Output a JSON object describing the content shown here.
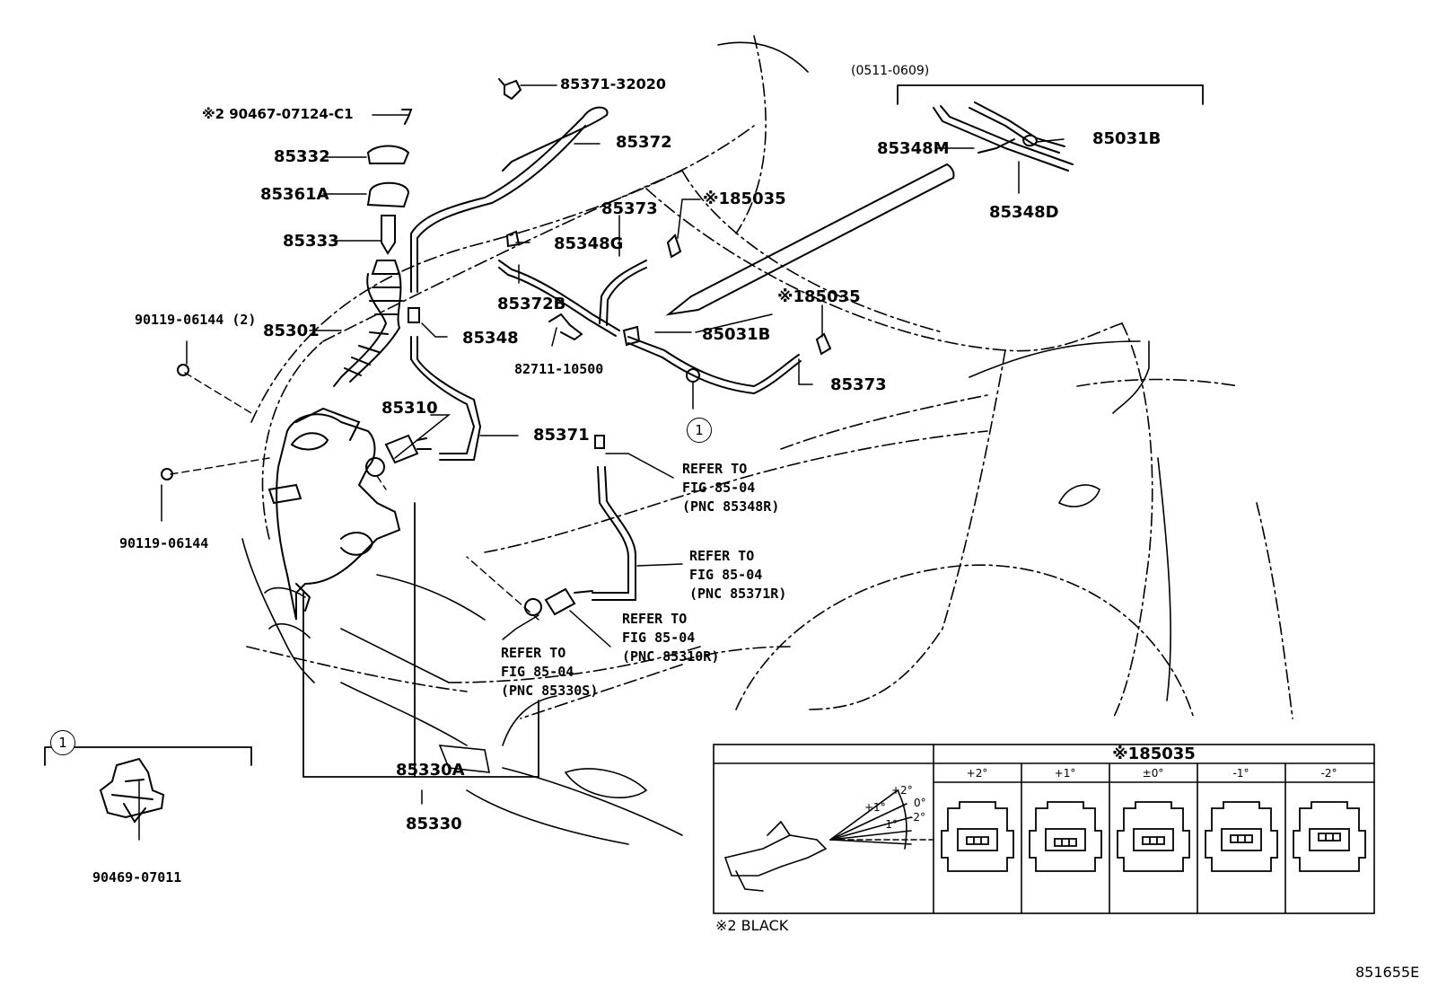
{
  "figure_code": "851655E",
  "note_variant": "(0511-0609)",
  "footnote": "※2 BLACK",
  "parts": {
    "p85371_32020": "85371-32020",
    "p90467": "※2 90467-07124-C1",
    "p85332": "85332",
    "p85361A": "85361A",
    "p85333": "85333",
    "p90119_2": "90119-06144 (2)",
    "p85301": "85301",
    "p85348": "85348",
    "p85310": "85310",
    "p85371": "85371",
    "p90119": "90119-06144",
    "p85372": "85372",
    "p85348G": "85348G",
    "p85372B": "85372B",
    "p82711": "82711-10500",
    "p85373a": "85373",
    "p85035a": "※185035",
    "p85035b": "※185035",
    "p85031B": "85031B",
    "p85373b": "85373",
    "p85348M": "85348M",
    "p85031B_v": "85031B",
    "p85348D": "85348D",
    "p85330A": "85330A",
    "p85330": "85330",
    "p90469": "90469-07011"
  },
  "callout_marker": "1",
  "refs": [
    {
      "lines": [
        "REFER TO",
        "FIG 85-04",
        "(PNC 85348R)"
      ]
    },
    {
      "lines": [
        "REFER TO",
        "FIG 85-04",
        "(PNC 85371R)"
      ]
    },
    {
      "lines": [
        "REFER TO",
        "FIG 85-04",
        "(PNC 85310R)"
      ]
    },
    {
      "lines": [
        "REFER TO",
        "FIG 85-04",
        "(PNC 85330S)"
      ]
    }
  ],
  "angle_table": {
    "header": "※185035",
    "columns": [
      "+2°",
      "+1°",
      "±0°",
      "-1°",
      "-2°"
    ],
    "diagram_angles": [
      "+2°",
      "+1°",
      "0°",
      "-1°",
      "-2°"
    ]
  }
}
